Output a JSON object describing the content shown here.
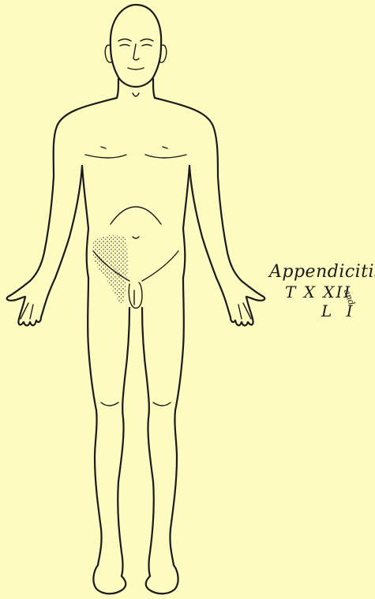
{
  "annotation": {
    "title": "Appendicitis",
    "segments_line1": "T X XII",
    "conjunction": "and",
    "segments_line2": "L I"
  },
  "colors": {
    "background": "#fdfbbf",
    "ink": "#1a1a1a"
  }
}
